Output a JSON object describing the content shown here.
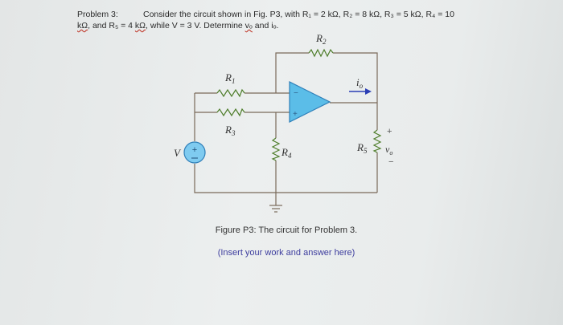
{
  "problem": {
    "label": "Problem 3:",
    "line1": "Consider the circuit shown in Fig. P3, with R₁ = 2 kΩ, R₂ = 8 kΩ, R₃ = 5 kΩ, R₄ = 10",
    "line2_a": "kΩ",
    "line2_b": ", and R₅ = 4 ",
    "line2_c": "kΩ",
    "line2_d": ", while V = 3 V. Determine ",
    "line2_e": "vₒ",
    "line2_f": " and iₒ."
  },
  "circuit": {
    "labels": {
      "r1": "R",
      "r1_sub": "1",
      "r2": "R",
      "r2_sub": "2",
      "r3": "R",
      "r3_sub": "3",
      "r4": "R",
      "r4_sub": "4",
      "r5": "R",
      "r5_sub": "5",
      "io": "i",
      "io_sub": "o",
      "vo": "v",
      "vo_sub": "o",
      "source": "V",
      "vo_plus": "+",
      "vo_minus": "−",
      "opamp_minus": "−",
      "opamp_plus": "+"
    },
    "colors": {
      "wire": "#7a6a5a",
      "resistor": "#4e7d2a",
      "opamp_fill": "#5bbde8",
      "opamp_stroke": "#2f7fb8",
      "source_fill": "#7fcbf0",
      "arrow": "#2b3fb5"
    }
  },
  "caption": "Figure P3: The circuit for Problem 3.",
  "insert_prompt": "(Insert your work and answer here)"
}
